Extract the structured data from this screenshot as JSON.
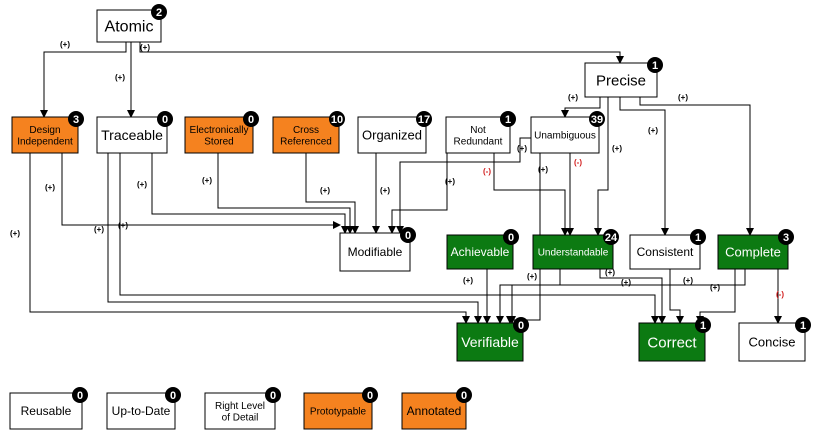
{
  "colors": {
    "white": "#ffffff",
    "orange": "#f5821f",
    "green": "#0c7a12",
    "negative": "#d21b1b",
    "positive": "#000000"
  },
  "nodes": [
    {
      "id": "atomic",
      "lines": [
        "Atomic"
      ],
      "count": "2",
      "fill": "white"
    },
    {
      "id": "precise",
      "lines": [
        "Precise"
      ],
      "count": "1",
      "fill": "white"
    },
    {
      "id": "design-independent",
      "lines": [
        "Design",
        "Independent"
      ],
      "count": "3",
      "fill": "orange"
    },
    {
      "id": "traceable",
      "lines": [
        "Traceable"
      ],
      "count": "0",
      "fill": "white"
    },
    {
      "id": "electronically-stored",
      "lines": [
        "Electronically",
        "Stored"
      ],
      "count": "0",
      "fill": "orange"
    },
    {
      "id": "cross-referenced",
      "lines": [
        "Cross",
        "Referenced"
      ],
      "count": "10",
      "fill": "orange"
    },
    {
      "id": "organized",
      "lines": [
        "Organized"
      ],
      "count": "17",
      "fill": "white"
    },
    {
      "id": "not-redundant",
      "lines": [
        "Not",
        "Redundant"
      ],
      "count": "1",
      "fill": "white"
    },
    {
      "id": "unambiguous",
      "lines": [
        "Unambiguous"
      ],
      "count": "39",
      "fill": "white"
    },
    {
      "id": "modifiable",
      "lines": [
        "Modifiable"
      ],
      "count": "0",
      "fill": "white"
    },
    {
      "id": "achievable",
      "lines": [
        "Achievable"
      ],
      "count": "0",
      "fill": "green"
    },
    {
      "id": "understandable",
      "lines": [
        "Understandable"
      ],
      "count": "24",
      "fill": "green"
    },
    {
      "id": "consistent",
      "lines": [
        "Consistent"
      ],
      "count": "1",
      "fill": "white"
    },
    {
      "id": "complete",
      "lines": [
        "Complete"
      ],
      "count": "3",
      "fill": "green"
    },
    {
      "id": "verifiable",
      "lines": [
        "Verifiable"
      ],
      "count": "0",
      "fill": "green"
    },
    {
      "id": "correct",
      "lines": [
        "Correct"
      ],
      "count": "1",
      "fill": "green"
    },
    {
      "id": "concise",
      "lines": [
        "Concise"
      ],
      "count": "1",
      "fill": "white"
    },
    {
      "id": "reusable",
      "lines": [
        "Reusable"
      ],
      "count": "0",
      "fill": "white"
    },
    {
      "id": "up-to-date",
      "lines": [
        "Up-to-Date"
      ],
      "count": "0",
      "fill": "white"
    },
    {
      "id": "right-level-of-detail",
      "lines": [
        "Right Level",
        "of Detail"
      ],
      "count": "0",
      "fill": "white"
    },
    {
      "id": "prototypable",
      "lines": [
        "Prototypable"
      ],
      "count": "0",
      "fill": "orange"
    },
    {
      "id": "annotated",
      "lines": [
        "Annotated"
      ],
      "count": "0",
      "fill": "orange"
    }
  ],
  "edges": [
    {
      "from": "atomic",
      "to": "design-independent",
      "label": "(+)",
      "sign": "positive"
    },
    {
      "from": "atomic",
      "to": "traceable",
      "label": "(+)",
      "sign": "positive"
    },
    {
      "from": "atomic",
      "to": "precise",
      "label": "(+)",
      "sign": "positive"
    },
    {
      "from": "precise",
      "to": "unambiguous",
      "label": "(+)",
      "sign": "positive"
    },
    {
      "from": "precise",
      "to": "consistent",
      "label": "(+)",
      "sign": "positive"
    },
    {
      "from": "precise",
      "to": "complete",
      "label": "(+)",
      "sign": "positive"
    },
    {
      "from": "precise",
      "to": "understandable",
      "label": "(+)",
      "sign": "positive"
    },
    {
      "from": "design-independent",
      "to": "modifiable",
      "label": "(+)",
      "sign": "positive"
    },
    {
      "from": "design-independent",
      "to": "verifiable",
      "label": "(+)",
      "sign": "positive"
    },
    {
      "from": "traceable",
      "to": "modifiable",
      "label": "(+)",
      "sign": "positive"
    },
    {
      "from": "traceable",
      "to": "verifiable",
      "label": "(+)",
      "sign": "positive"
    },
    {
      "from": "traceable",
      "to": "correct",
      "label": "(+)",
      "sign": "positive"
    },
    {
      "from": "electronically-stored",
      "to": "modifiable",
      "label": "(+)",
      "sign": "positive"
    },
    {
      "from": "cross-referenced",
      "to": "modifiable",
      "label": "(+)",
      "sign": "positive"
    },
    {
      "from": "organized",
      "to": "modifiable",
      "label": "(+)",
      "sign": "positive"
    },
    {
      "from": "not-redundant",
      "to": "modifiable",
      "label": "(+)",
      "sign": "positive"
    },
    {
      "from": "not-redundant",
      "to": "understandable",
      "label": "(-)",
      "sign": "negative"
    },
    {
      "from": "unambiguous",
      "to": "understandable",
      "label": "(-)",
      "sign": "negative"
    },
    {
      "from": "unambiguous",
      "to": "verifiable",
      "label": "(+)",
      "sign": "positive"
    },
    {
      "from": "unambiguous",
      "to": "modifiable",
      "label": "(+)",
      "sign": "positive"
    },
    {
      "from": "achievable",
      "to": "verifiable",
      "label": "(+)",
      "sign": "positive"
    },
    {
      "from": "understandable",
      "to": "verifiable",
      "label": "(+)",
      "sign": "positive"
    },
    {
      "from": "understandable",
      "to": "correct",
      "label": "(+)",
      "sign": "positive"
    },
    {
      "from": "consistent",
      "to": "correct",
      "label": "(+)",
      "sign": "positive"
    },
    {
      "from": "complete",
      "to": "correct",
      "label": "(+)",
      "sign": "positive"
    },
    {
      "from": "complete",
      "to": "verifiable",
      "label": "(+)",
      "sign": "positive"
    },
    {
      "from": "complete",
      "to": "concise",
      "label": "(-)",
      "sign": "negative"
    }
  ]
}
